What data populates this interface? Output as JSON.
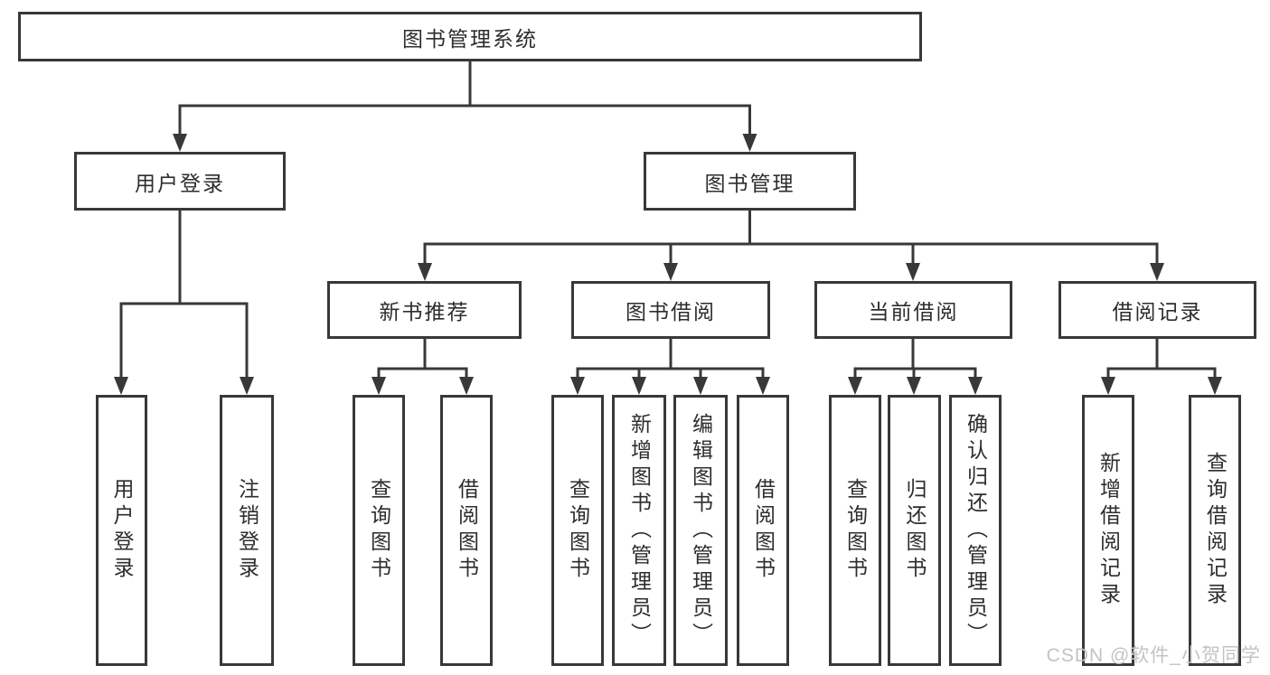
{
  "colors": {
    "background": "#ffffff",
    "line": "#383838",
    "text": "#2d2d2d",
    "watermark": "#c3c3c7"
  },
  "tree": {
    "root": {
      "label": "图书管理系统"
    },
    "branches": [
      {
        "label": "用户登录",
        "children": [
          {
            "label": "用户登录"
          },
          {
            "label": "注销登录"
          }
        ]
      },
      {
        "label": "图书管理",
        "children": [
          {
            "label": "新书推荐",
            "children": [
              {
                "label": "查询图书"
              },
              {
                "label": "借阅图书"
              }
            ]
          },
          {
            "label": "图书借阅",
            "children": [
              {
                "label": "查询图书"
              },
              {
                "label": "新增图书（管理员）"
              },
              {
                "label": "编辑图书（管理员）"
              },
              {
                "label": "借阅图书"
              }
            ]
          },
          {
            "label": "当前借阅",
            "children": [
              {
                "label": "查询图书"
              },
              {
                "label": "归还图书"
              },
              {
                "label": "确认归还（管理员）"
              }
            ]
          },
          {
            "label": "借阅记录",
            "children": [
              {
                "label": "新增借阅记录"
              },
              {
                "label": "查询借阅记录"
              }
            ]
          }
        ]
      }
    ]
  },
  "watermark": {
    "text": "CSDN @软件_小贺同学"
  }
}
